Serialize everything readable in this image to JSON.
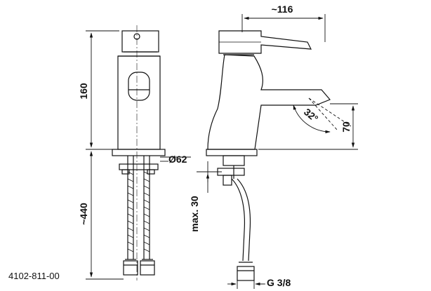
{
  "drawing": {
    "part_number": "4102-811-00",
    "front_view": {
      "height_label": "160",
      "hose_length_label": "~440",
      "diameter_label": "Ø62"
    },
    "side_view": {
      "reach_label": "~116",
      "spout_height_label": "70",
      "spout_angle_label": "32°",
      "max_thickness_label": "max. 30",
      "thread_label": "G 3/8"
    }
  }
}
